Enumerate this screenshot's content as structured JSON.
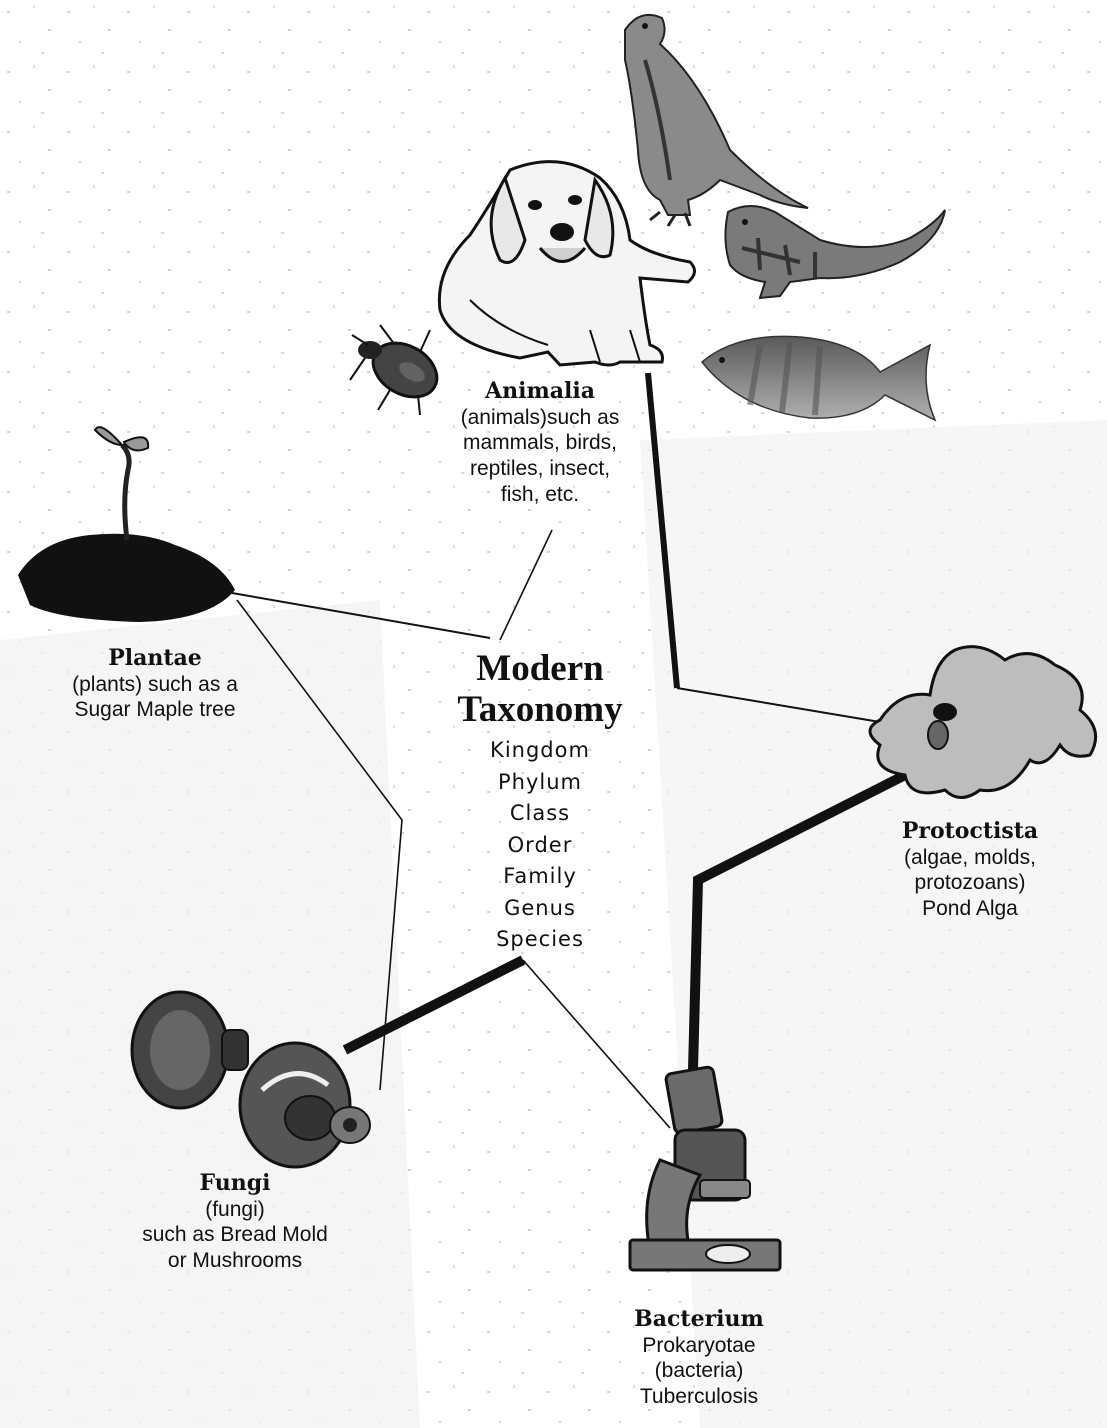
{
  "center": {
    "title_line1": "Modern",
    "title_line2": "Taxonomy",
    "ranks": [
      "Kingdom",
      "Phylum",
      "Class",
      "Order",
      "Family",
      "Genus",
      "Species"
    ]
  },
  "kingdoms": {
    "animalia": {
      "name": "Animalia",
      "lines": [
        "(animals)such as",
        "mammals, birds,",
        "reptiles, insect,",
        "fish, etc."
      ]
    },
    "plantae": {
      "name": "Plantae",
      "lines": [
        "(plants) such as a",
        "Sugar Maple tree"
      ]
    },
    "protoctista": {
      "name": "Protoctista",
      "lines": [
        "(algae, molds,",
        "protozoans)",
        "Pond Alga"
      ]
    },
    "fungi": {
      "name": "Fungi",
      "lines": [
        "(fungi)",
        "such as Bread Mold",
        "or Mushrooms"
      ]
    },
    "bacterium": {
      "name": "Bacterium",
      "lines": [
        "Prokaryotae",
        "(bacteria)",
        "Tuberculosis"
      ]
    }
  },
  "colors": {
    "ink": "#111111",
    "speckle": "#c8c8c8",
    "illustration_gray": "#7a7a7a"
  },
  "illustrations": [
    "hawk",
    "dog",
    "lizard",
    "fish",
    "beetle",
    "sprout-in-soil",
    "amoeba",
    "mushroom",
    "bread-mold",
    "microscope"
  ]
}
